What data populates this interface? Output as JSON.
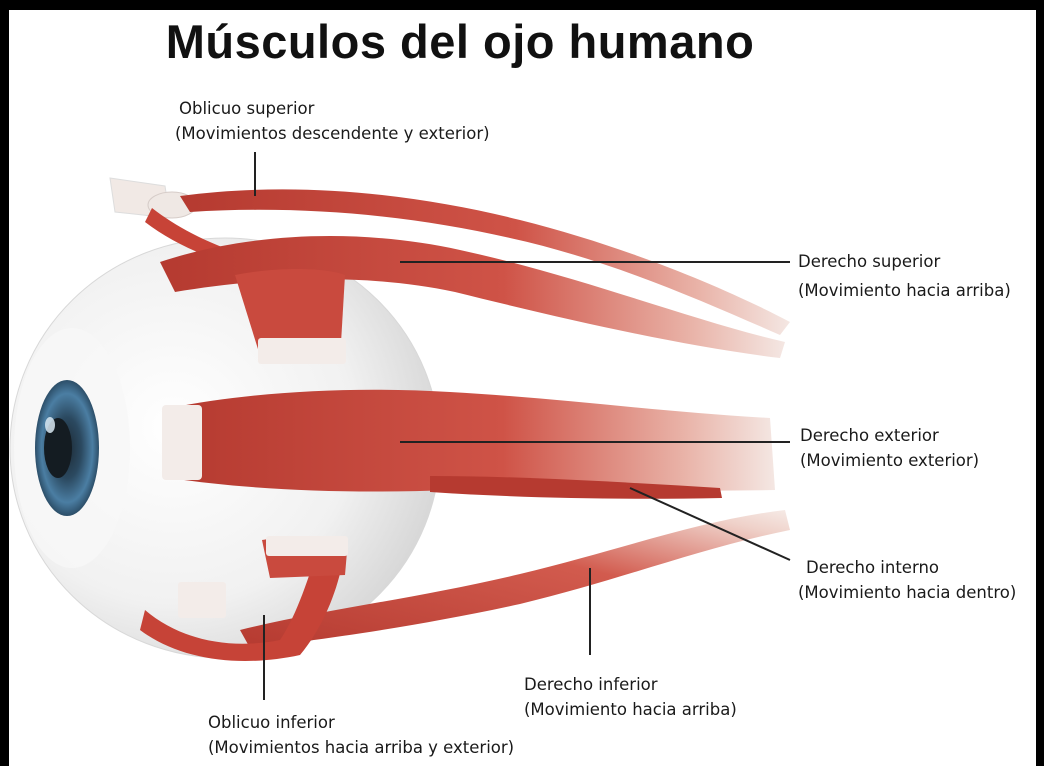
{
  "title": "Músculos del ojo humano",
  "labels": {
    "oblicuo_superior": {
      "name": "Oblicuo superior",
      "desc": "(Movimientos descendente y exterior)"
    },
    "derecho_superior": {
      "name": "Derecho superior",
      "desc": "(Movimiento hacia arriba)"
    },
    "derecho_exterior": {
      "name": "Derecho exterior",
      "desc": "(Movimiento exterior)"
    },
    "derecho_interno": {
      "name": "Derecho interno",
      "desc": "(Movimiento hacia dentro)"
    },
    "derecho_inferior": {
      "name": "Derecho inferior",
      "desc": "(Movimiento hacia arriba)"
    },
    "oblicuo_inferior": {
      "name": "Oblicuo inferior",
      "desc": "(Movimientos hacia arriba y exterior)"
    }
  },
  "colors": {
    "muscle": "#c8463a",
    "muscle_dark": "#a8322a",
    "tendon": "#f4ece8",
    "eyeball": "#efefef",
    "iris": "#3d6f93",
    "pupil": "#1a2630",
    "leader_line": "#222222"
  }
}
